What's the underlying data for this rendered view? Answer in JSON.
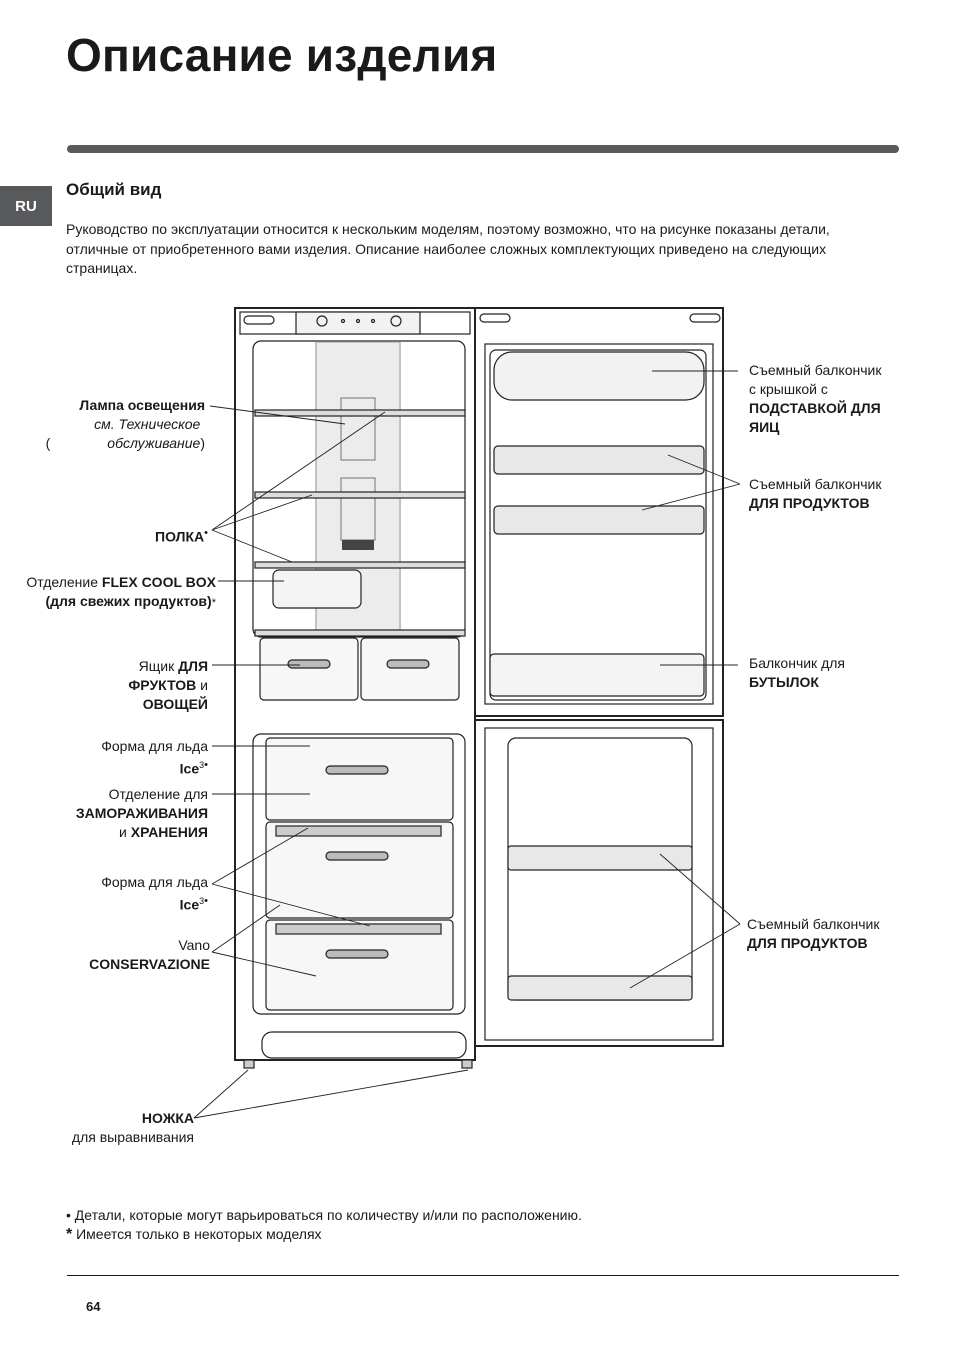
{
  "header": {
    "title": "Описание изделия",
    "lang": "RU"
  },
  "section": {
    "title": "Общий вид",
    "intro": "Руководство по эксплуатации относится к нескольким моделям, поэтому возможно, что на рисунке показаны детали, отличные от приобретенного вами изделия. Описание наиболее сложных комплектующих приведено на следующих страницах."
  },
  "labels": {
    "lamp": {
      "name": "Лампа освещения",
      "note_open": "(",
      "note_italic": "см. Техническое обслуживание",
      "note_close": ")"
    },
    "shelf": {
      "name": "ПОЛКА",
      "mark": "•"
    },
    "flexcool": {
      "prefix": "Отделение ",
      "name": "FLEX COOL BOX (для свежих продуктов)",
      "mark": "*"
    },
    "crisper": {
      "prefix": "Ящик ",
      "name1": "ДЛЯ ФРУКТОВ",
      "mid": " и ",
      "name2": "ОВОЩЕЙ"
    },
    "ice1": {
      "text": "Форма для льда",
      "name": "Ice",
      "sup": "3",
      "mark": "•"
    },
    "freeze": {
      "text": "Отделение для",
      "name1": "ЗАМОРАЖИВАНИЯ",
      "mid": "и ",
      "name2": "ХРАНЕНИЯ"
    },
    "ice2": {
      "text": "Форма для льда",
      "name": "Ice",
      "sup": "3",
      "mark": "•"
    },
    "vano": {
      "text": "Vano",
      "name": "CONSERVAZIONE"
    },
    "foot": {
      "name": "НОЖКА",
      "text": "для выравнивания"
    },
    "egg": {
      "line1": "Съемный балкончик",
      "line2": "с крышкой с",
      "name": "ПОДСТАВКОЙ ДЛЯ ЯИЦ"
    },
    "food1": {
      "line1": "Съемный балкончик",
      "name": "ДЛЯ ПРОДУКТОВ"
    },
    "bottles": {
      "line1": "Балкончик для",
      "name": "БУТЫЛОК"
    },
    "food2": {
      "line1": "Съемный балкончик",
      "name": "ДЛЯ ПРОДУКТОВ"
    }
  },
  "footnotes": [
    {
      "symbol": "•",
      "text": " Детали, которые могут варьироваться по количеству и/или по расположению."
    },
    {
      "symbol": "*",
      "text": " Имеется только в некоторых моделях"
    }
  ],
  "page_number": "64"
}
